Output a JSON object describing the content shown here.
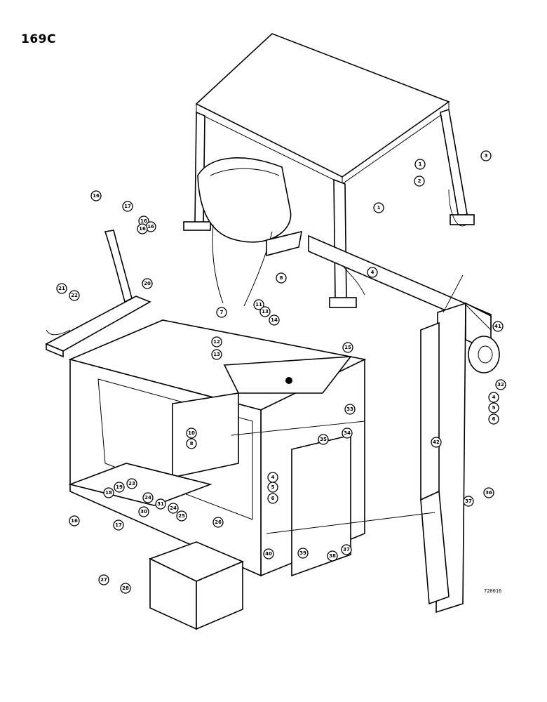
{
  "page": {
    "figure_number": "169C",
    "drawing_code": "720016"
  },
  "callouts": [
    "1",
    "2",
    "3",
    "1",
    "4",
    "8",
    "7",
    "11",
    "13",
    "14",
    "12",
    "13",
    "15",
    "16",
    "16",
    "17",
    "16",
    "16",
    "21",
    "22",
    "20",
    "10",
    "8",
    "4",
    "5",
    "6",
    "33",
    "35",
    "34",
    "32",
    "4",
    "5",
    "6",
    "41",
    "42",
    "36",
    "37",
    "18",
    "19",
    "23",
    "24",
    "17",
    "16",
    "30",
    "31",
    "24",
    "25",
    "26",
    "27",
    "28",
    "40",
    "39",
    "38",
    "37"
  ]
}
